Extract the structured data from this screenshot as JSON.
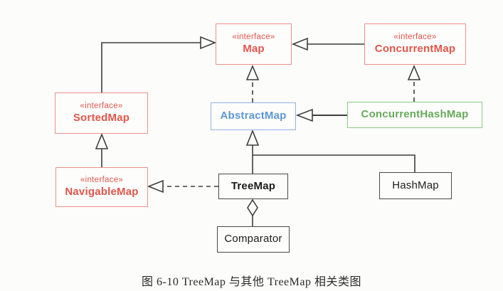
{
  "diagram": {
    "caption": "图 6-10  TreeMap 与其他 TreeMap 相关类图",
    "colors": {
      "interface_red": "#e25549",
      "interface_red_border": "#ea9288",
      "abstract_blue": "#5e97d2",
      "abstract_blue_border": "#8fb3e0",
      "concrete_green": "#66ab59",
      "concrete_green_border": "#8ec984",
      "line_dark": "#3d3d3d",
      "page_background": "#fcfcfb"
    },
    "nodes": {
      "map": {
        "stereotype": "«interface»",
        "name": "Map"
      },
      "concurrent_map": {
        "stereotype": "«interface»",
        "name": "ConcurrentMap"
      },
      "sorted_map": {
        "stereotype": "«interface»",
        "name": "SortedMap"
      },
      "abstract_map": {
        "name": "AbstractMap"
      },
      "concurrent_hash_map": {
        "name": "ConcurrentHashMap"
      },
      "navigable_map": {
        "stereotype": "«interface»",
        "name": "NavigableMap"
      },
      "tree_map": {
        "name": "TreeMap"
      },
      "hash_map": {
        "name": "HashMap"
      },
      "comparator": {
        "name": "Comparator"
      }
    },
    "relationships": [
      {
        "from": "SortedMap",
        "to": "Map",
        "type": "extends",
        "line": "solid"
      },
      {
        "from": "ConcurrentMap",
        "to": "Map",
        "type": "extends",
        "line": "solid"
      },
      {
        "from": "AbstractMap",
        "to": "Map",
        "type": "implements",
        "line": "dashed"
      },
      {
        "from": "ConcurrentHashMap",
        "to": "ConcurrentMap",
        "type": "implements",
        "line": "dashed"
      },
      {
        "from": "ConcurrentHashMap",
        "to": "AbstractMap",
        "type": "extends",
        "line": "solid"
      },
      {
        "from": "NavigableMap",
        "to": "SortedMap",
        "type": "extends",
        "line": "solid"
      },
      {
        "from": "TreeMap",
        "to": "NavigableMap",
        "type": "implements",
        "line": "dashed"
      },
      {
        "from": "TreeMap",
        "to": "AbstractMap",
        "type": "extends",
        "line": "solid"
      },
      {
        "from": "HashMap",
        "to": "AbstractMap",
        "type": "extends",
        "line": "solid"
      },
      {
        "from": "TreeMap",
        "to": "Comparator",
        "type": "aggregation",
        "line": "solid"
      }
    ]
  }
}
